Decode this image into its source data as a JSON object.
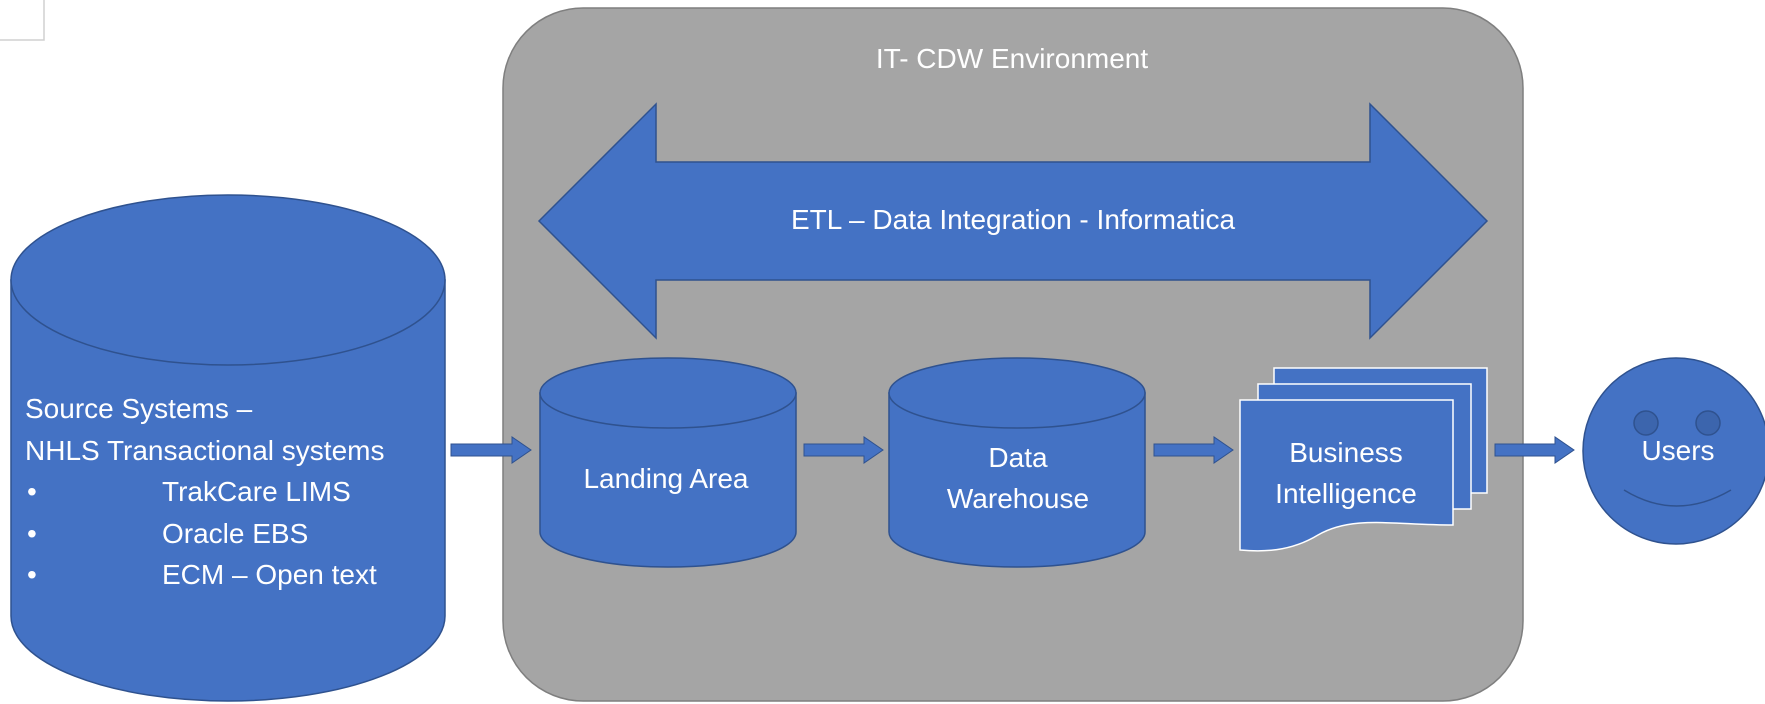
{
  "colors": {
    "background": "#ffffff",
    "environment_fill": "#a5a5a5",
    "environment_stroke": "#7f7f7f",
    "shape_fill": "#4472c4",
    "shape_stroke": "#2f528f",
    "text": "#ffffff"
  },
  "environment": {
    "title": "IT- CDW Environment"
  },
  "etl_arrow": {
    "label": "ETL – Data Integration - Informatica"
  },
  "source": {
    "title_lines": [
      "Source Systems –",
      "NHLS Transactional systems"
    ],
    "items": [
      "TrakCare LIMS",
      "Oracle EBS",
      "ECM – Open text"
    ],
    "bullet": "•"
  },
  "landing": {
    "label": "Landing Area"
  },
  "warehouse": {
    "label_lines": [
      "Data",
      "Warehouse"
    ]
  },
  "bi": {
    "label_lines": [
      "Business",
      "Intelligence"
    ]
  },
  "users": {
    "label": "Users"
  }
}
